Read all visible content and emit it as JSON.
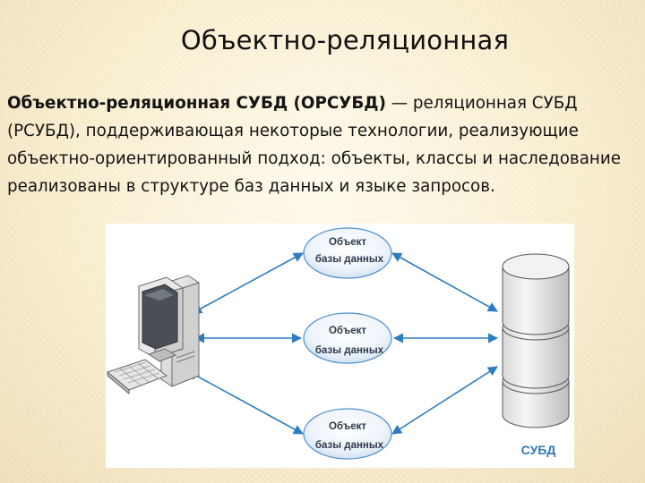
{
  "slide": {
    "title": "Объектно-реляционная"
  },
  "definition": {
    "term": "Объектно-реляционная СУБД (ОРСУБД)",
    "text": " — реляционная СУБД (РСУБД), поддерживающая некоторые технологии, реализующие объектно-ориентированный подход: объекты, классы и наследование реализованы в структуре баз данных и языке запросов."
  },
  "diagram": {
    "objects": [
      {
        "line1": "Объект",
        "line2": "базы данных"
      },
      {
        "line1": "Объект",
        "line2": "базы данных"
      },
      {
        "line1": "Объект",
        "line2": "базы данных"
      }
    ],
    "dbms_label": "СУБД"
  },
  "colors": {
    "arrow": "#2e7dc0",
    "ellipse_border": "#4f8fcf",
    "dbms_label": "#2f78b8"
  },
  "icons": [
    "computer-icon",
    "database-cylinder-icon"
  ]
}
